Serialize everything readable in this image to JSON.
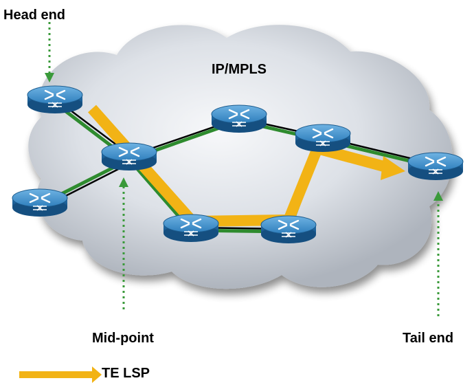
{
  "cloud_label": "IP/MPLS",
  "roles": {
    "head_end": "Head end",
    "mid_point": "Mid-point",
    "tail_end": "Tail end"
  },
  "legend": {
    "te_lsp": "TE LSP"
  },
  "colors": {
    "lsp": "#f2b315",
    "link_green": "#2e8b2e",
    "link_black": "#000000",
    "pointer": "#3a9a3a",
    "router_top": "#3d8ec7",
    "router_body": "#1d5f95"
  },
  "icons": {
    "router": "router-icon"
  }
}
